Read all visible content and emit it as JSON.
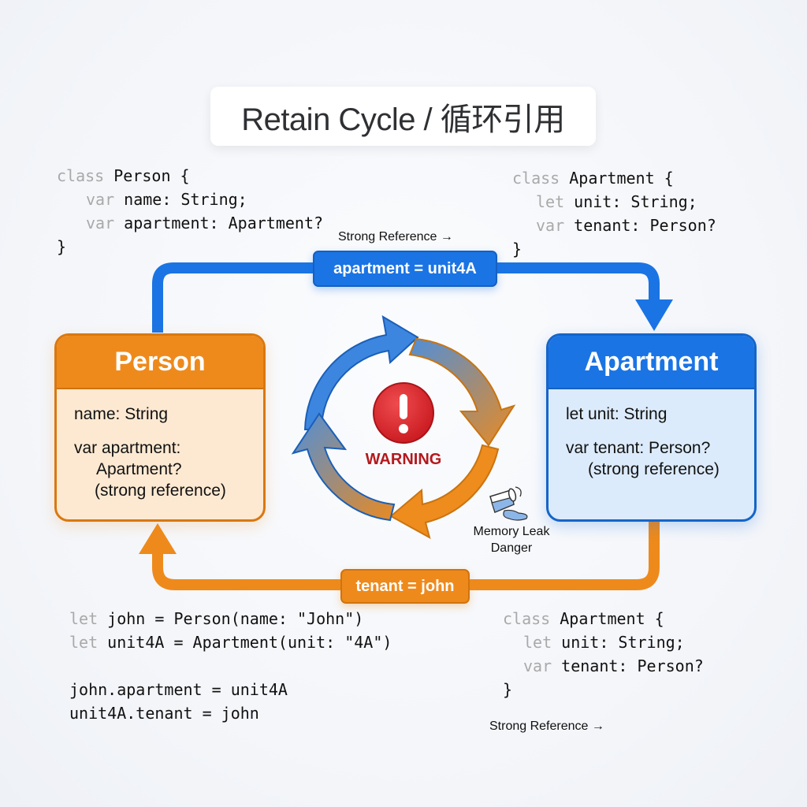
{
  "title": "Retain Cycle / 循环引用",
  "code_top_left": {
    "lines": [
      {
        "kw": "class",
        "text": " Person {"
      },
      {
        "kw": "var",
        "text": " name: String;"
      },
      {
        "kw": "var",
        "text": " apartment: Apartment?"
      },
      {
        "kw": "",
        "text": "}"
      }
    ]
  },
  "code_top_right": {
    "lines": [
      {
        "kw": "class",
        "text": " Apartment {"
      },
      {
        "kw": "let",
        "text": " unit: String;"
      },
      {
        "kw": "var",
        "text": " tenant: Person?"
      },
      {
        "kw": "",
        "text": "}"
      }
    ]
  },
  "code_bottom_left": {
    "lines": [
      {
        "kw": "let",
        "text": " john = Person(name: \"John\")"
      },
      {
        "kw": "let",
        "text": " unit4A = Apartment(unit: \"4A\")"
      },
      {
        "kw": "",
        "text": ""
      },
      {
        "kw": "",
        "text": "john.apartment = unit4A"
      },
      {
        "kw": "",
        "text": "unit4A.tenant = john"
      }
    ]
  },
  "code_bottom_right": {
    "lines": [
      {
        "kw": "class",
        "text": " Apartment {"
      },
      {
        "kw": "let",
        "text": " unit: String;"
      },
      {
        "kw": "var",
        "text": " tenant: Person?"
      },
      {
        "kw": "",
        "text": "}"
      }
    ]
  },
  "labels": {
    "strong_ref_top": "Strong Reference →",
    "strong_ref_bottom": "Strong Reference →",
    "warning": "WARNING",
    "leak_line1": "Memory Leak",
    "leak_line2": "Danger"
  },
  "connectors": {
    "top": {
      "label": "apartment = unit4A",
      "from": "Person",
      "to": "Apartment",
      "color": "#1a74e4"
    },
    "bottom": {
      "label": "tenant = john",
      "from": "Apartment",
      "to": "Person",
      "color": "#ee8a1c"
    }
  },
  "person_box": {
    "title": "Person",
    "row1": "name: String",
    "row2a": "var apartment:",
    "row2b": "Apartment?",
    "row2c": "(strong reference)",
    "color": "#ee8a1c"
  },
  "apartment_box": {
    "title": "Apartment",
    "row1": "let unit: String",
    "row2a": "var tenant: Person?",
    "row2c": "(strong reference)",
    "color": "#1a74e4"
  },
  "colors": {
    "blue": "#1a74e4",
    "orange": "#ee8a1c",
    "warning_red": "#d42a2f"
  }
}
